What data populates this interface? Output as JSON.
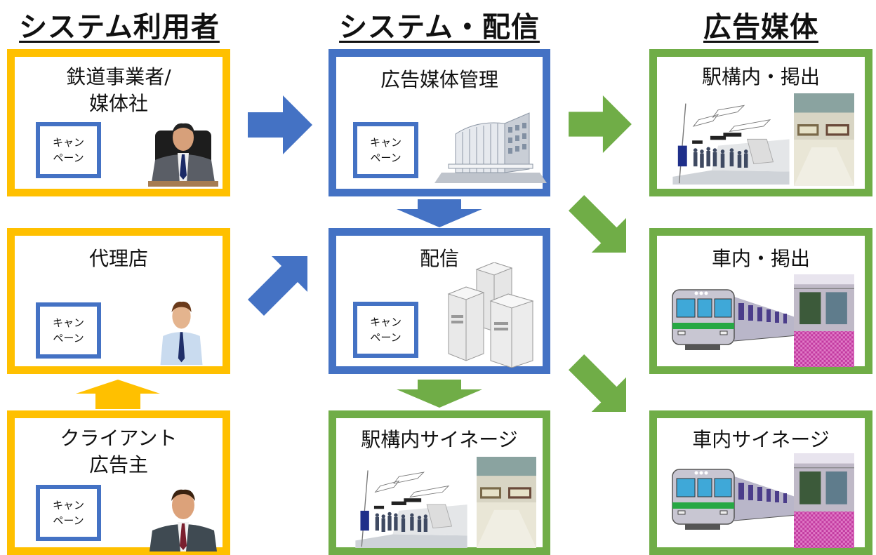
{
  "headers": {
    "users": "システム利用者",
    "system": "システム・配信",
    "media": "広告媒体"
  },
  "boxes": {
    "railway": "鉄道事業者/\n媒体社",
    "agency": "代理店",
    "client": "クライアント\n広告主",
    "media_mgmt": "広告媒体管理",
    "delivery": "配信",
    "station_signage": "駅構内サイネージ",
    "station_posting": "駅構内・掲出",
    "train_posting": "車内・掲出",
    "train_signage": "車内サイネージ"
  },
  "campaign_label": "キャン\nペーン",
  "icons": {
    "railway": "businessman-at-desk-icon",
    "agency": "businessman-icon",
    "client": "businessman-icon",
    "media_mgmt": "office-building-icon",
    "delivery": "servers-icon",
    "station": "station-platform-icon",
    "train": "commuter-train-icon"
  },
  "colors": {
    "users": "#FFC000",
    "system": "#4472C4",
    "media": "#70AD47"
  }
}
